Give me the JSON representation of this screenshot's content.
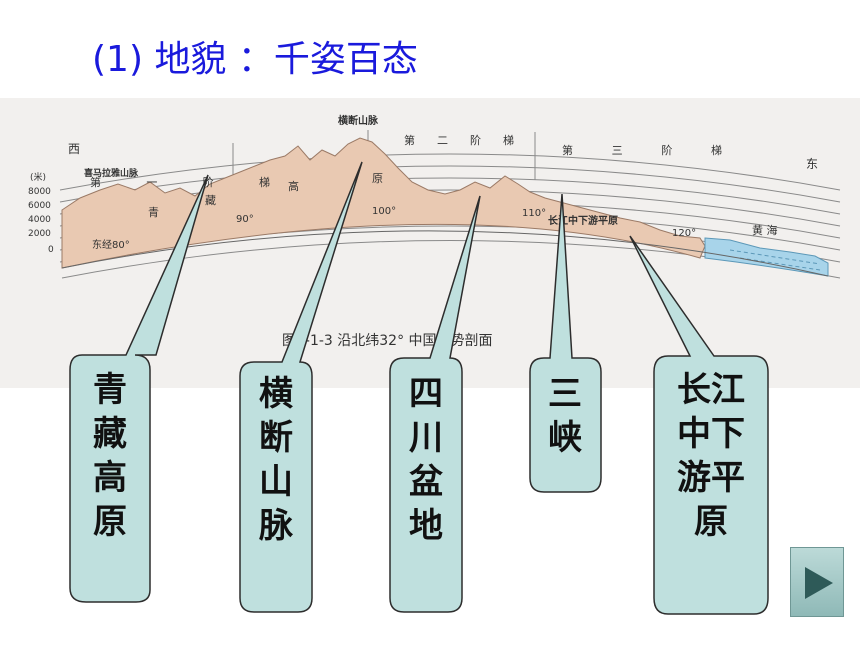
{
  "slide": {
    "title": "(1) 地貌 ：千姿百态"
  },
  "figure": {
    "dir_west": "西",
    "dir_east": "东",
    "mountain_label_himalaya": "喜马拉雅山脉",
    "mountain_label_hengduan": "横断山脉",
    "unit": "(米)",
    "elevation_ticks": [
      "8000",
      "6000",
      "4000",
      "2000",
      "0"
    ],
    "longitude_labels": [
      "东经80°",
      "90°",
      "100°",
      "110°",
      "120°"
    ],
    "step_labels": {
      "first": "第 一 阶 梯",
      "second": "第 二 阶 梯",
      "third": "第 三 阶 梯"
    },
    "plateau_chars": [
      "青",
      "藏",
      "高",
      "原"
    ],
    "plain_label": "长江中下游平原",
    "sea_label": "黄 海",
    "caption": "图4-1-3 沿北纬32° 中国地势剖面"
  },
  "callouts": [
    {
      "label_lines": [
        "青",
        "藏",
        "高",
        "原"
      ]
    },
    {
      "label_lines": [
        "横",
        "断",
        "山",
        "脉"
      ]
    },
    {
      "label_lines": [
        "四",
        "川",
        "盆",
        "地"
      ]
    },
    {
      "label_lines": [
        "三",
        "峡"
      ]
    },
    {
      "label_lines": [
        "长江",
        "中下",
        "游平",
        "原"
      ]
    }
  ],
  "colors": {
    "title": "#1a1adc",
    "callout_fill": "#bfe0de",
    "terrain_fill": "#e9c9b2",
    "sea_fill": "#a8d4ea"
  },
  "icons": {
    "next": "play-triangle-icon"
  }
}
